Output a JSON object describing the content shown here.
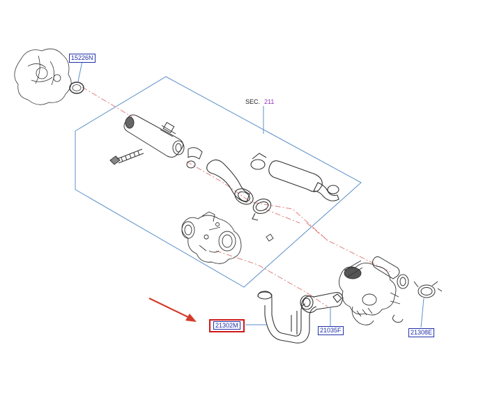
{
  "section": {
    "prefix": "SEC.",
    "number": "211"
  },
  "labels": {
    "p15226n": "15226N",
    "p21302m": "21302M",
    "p21035f": "21035F",
    "p21308e": "21308E"
  },
  "colors": {
    "label_text": "#1f2fa8",
    "highlight_box": "#d01818",
    "arrow": "#d43a2a",
    "section_link": "#9b2fbf",
    "leader_line": "#5a8fc8",
    "centerline": "#e08080"
  },
  "icons": {
    "pointer": "red-arrow-icon"
  }
}
